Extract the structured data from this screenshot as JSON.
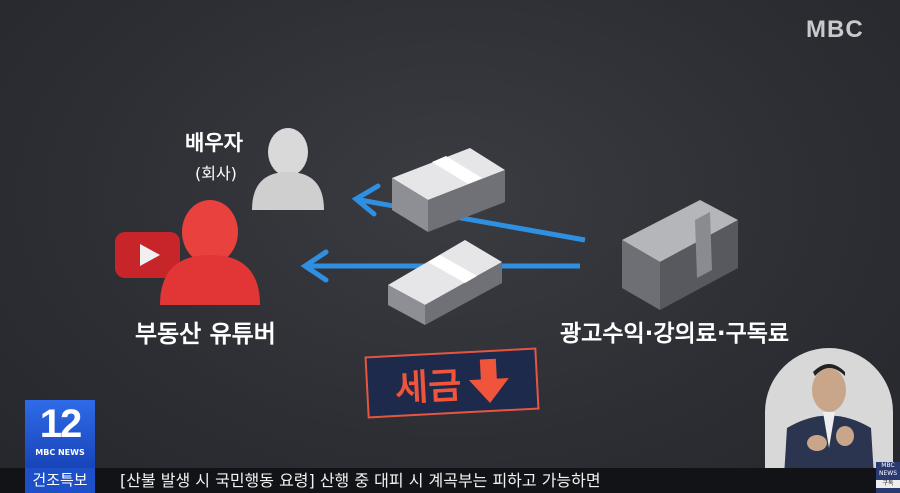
{
  "broadcaster_logo": "MBC",
  "diagram": {
    "spouse_label": "배우자",
    "spouse_sublabel": "(회사)",
    "youtuber_label": "부동산 유튜버",
    "income_label": "광고수익·강의료·구독료",
    "tax_label": "세금",
    "tax_direction": "down",
    "colors": {
      "tax_accent": "#f0553b",
      "arrow": "#2f8fe0",
      "youtuber": "#e83a3a"
    }
  },
  "channel": {
    "number": "12",
    "network": "MBC NEWS"
  },
  "ticker": {
    "tag": "건조특보",
    "text": "[산불 발생 시 국민행동 요령] 산행 중 대피 시 계곡부는 피하고 가능하면"
  },
  "corner_badge": {
    "network": "MBC NEWS",
    "subscribe": "구독"
  }
}
